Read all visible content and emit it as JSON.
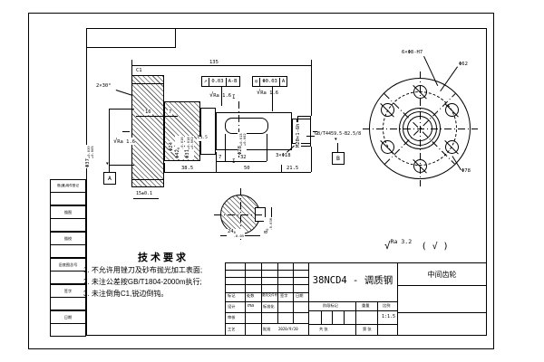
{
  "front_view": {
    "dims": {
      "overall": "135",
      "len_38_5": "38.5",
      "len_50": "50",
      "len_21_5": "21.5",
      "key_offset": "7",
      "key_length": "32",
      "gear_width": "16",
      "hub_step": "7",
      "rim_width": "15±0.1",
      "chamfer_c1": "C1",
      "chamfer_2x30": "2×30°",
      "chamfer_c15": "C1.5",
      "groove": "3×Φ18"
    },
    "dia": {
      "d37": {
        "main": "Φ37",
        "sup": "+0.039",
        "sub": "+0.005"
      },
      "d24": {
        "main": "Φ24"
      },
      "d42": {
        "main": "Φ42",
        "sup": "0",
        "sub": "-0.016"
      },
      "d31": {
        "main": "Φ31",
        "sup": "+0.018",
        "sub": "+0.002"
      },
      "d28": {
        "main": "Φ28",
        "sup": "+0.015",
        "sub": "+0.002"
      },
      "thread": "M20×1-6h"
    },
    "gdt": {
      "runout": {
        "sym": "↗",
        "val": "0.03",
        "ref": "A-B"
      },
      "conc": {
        "sym": "◎",
        "val": "Φ0.03",
        "ref": "A"
      }
    },
    "roughness": "Ra 1.6",
    "check": "√",
    "datum_a": "A",
    "datum_b": "B",
    "datum_tri": "▼",
    "center_hole": "GB/T4459.5-B2.5/8",
    "section_mark": "I"
  },
  "flange_view": {
    "holes": "6×Φ8-H7",
    "bolt_circle": "Φ62",
    "outer": "Φ78"
  },
  "section_view": {
    "width": {
      "main": "24",
      "sup": "0",
      "sub": "-0.05"
    },
    "key": {
      "main": "8",
      "sup": "0",
      "sub": "-0.036"
    }
  },
  "tech_req": {
    "title": "技术要求",
    "items": [
      "1. 不允许用锉刀及砂布抛光加工表面;",
      "2. 未注公差按GB/T1804-2000m执行;",
      "3. 未注倒角C1,锐边倒钝。"
    ]
  },
  "surface_note": {
    "check": "√",
    "value": "Ra 3.2",
    "paren": "( √ )"
  },
  "sidebar": {
    "items": [
      "借(通)用件登记",
      "描图",
      "描校",
      "旧底图总号",
      "签字",
      "日期"
    ]
  },
  "title_block": {
    "material": "38NCD4 - 调质钢",
    "part_name": "中间齿轮",
    "rev_header": {
      "mark": "标记",
      "count": "处数",
      "doc_no": "更改文件号",
      "sign": "签字",
      "date": "日期"
    },
    "roles": {
      "design": "设计",
      "standard": "标准化",
      "check": "审核",
      "process": "工艺",
      "approve": "批准"
    },
    "design_sig": "ma",
    "date_value": "2020/9/20",
    "stage_mark": "阶段标记",
    "weight": "重量",
    "scale_label": "比例",
    "scale_value": "1:1.5",
    "sheet_total": "共 张",
    "sheet_no": "第 张"
  }
}
